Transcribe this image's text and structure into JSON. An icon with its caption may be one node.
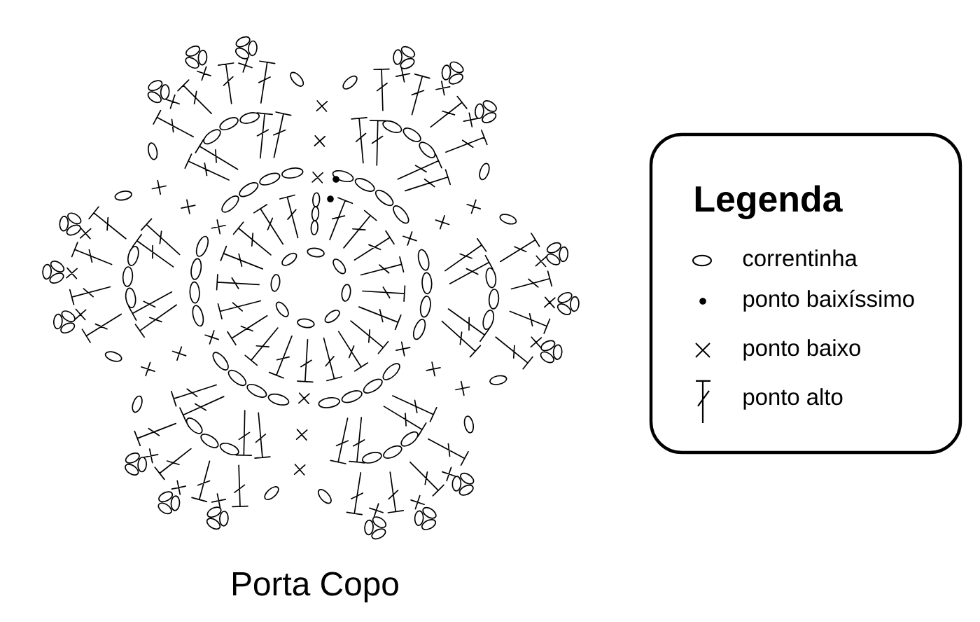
{
  "diagram": {
    "caption": "Porta Copo",
    "labels": [
      "Legenda"
    ],
    "legend": [
      {
        "text": "correntinha"
      },
      {
        "text": "ponto baixíssimo"
      },
      {
        "text": "ponto baixo"
      },
      {
        "text": "ponto alto"
      }
    ]
  }
}
